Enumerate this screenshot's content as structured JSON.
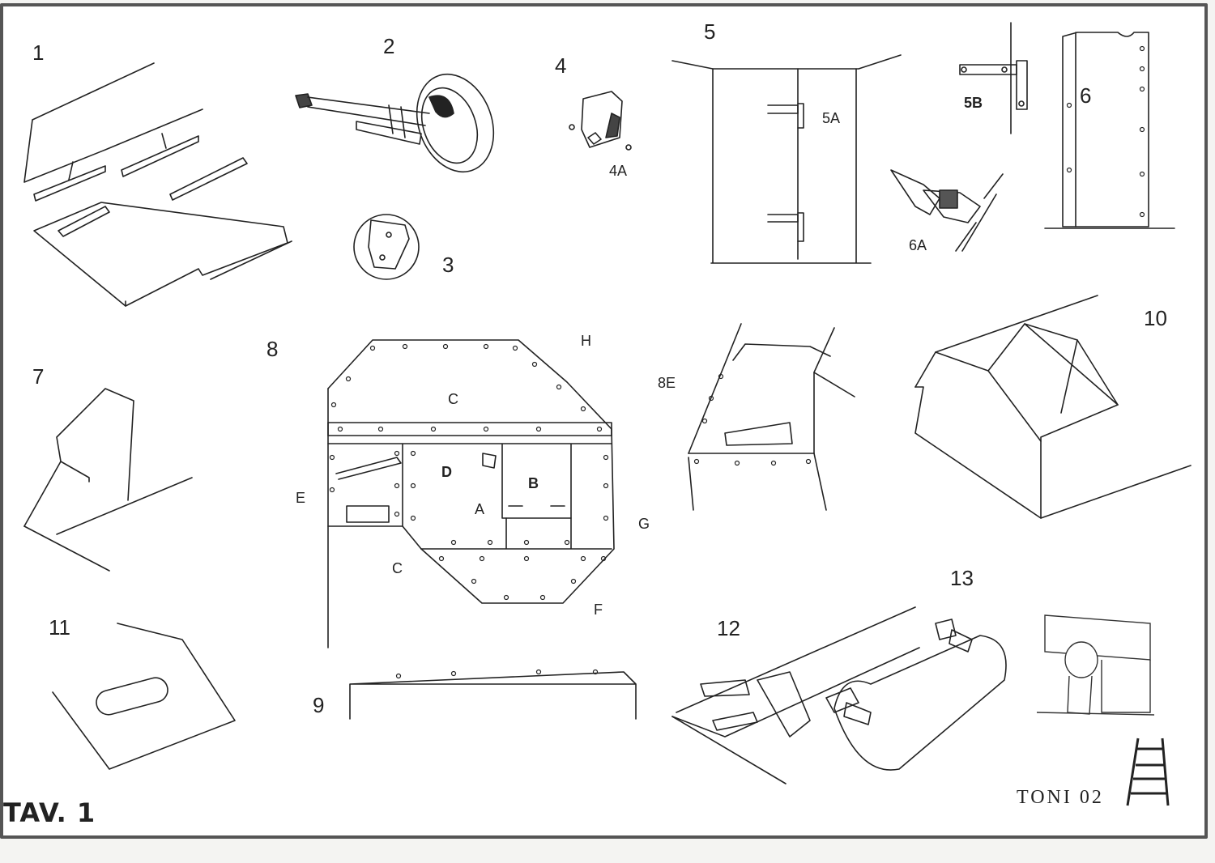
{
  "title": "TAV. 1",
  "signature": "TONI 02",
  "colors": {
    "paper": "#ffffff",
    "ink": "#222222",
    "frame": "#555555"
  },
  "figures": [
    {
      "label": "1"
    },
    {
      "label": "2"
    },
    {
      "label": "3"
    },
    {
      "label": "4"
    },
    {
      "label": "4A"
    },
    {
      "label": "5"
    },
    {
      "label": "5A"
    },
    {
      "label": "5B"
    },
    {
      "label": "6"
    },
    {
      "label": "6A"
    },
    {
      "label": "7"
    },
    {
      "label": "8"
    },
    {
      "label": "8E"
    },
    {
      "label": "9"
    },
    {
      "label": "10"
    },
    {
      "label": "11"
    },
    {
      "label": "12"
    },
    {
      "label": "13"
    }
  ],
  "part_letters": [
    "H",
    "C",
    "D",
    "B",
    "A",
    "E",
    "G",
    "C",
    "F"
  ],
  "icons": [
    "ladder-icon",
    "snoopy-doghouse-icon"
  ]
}
